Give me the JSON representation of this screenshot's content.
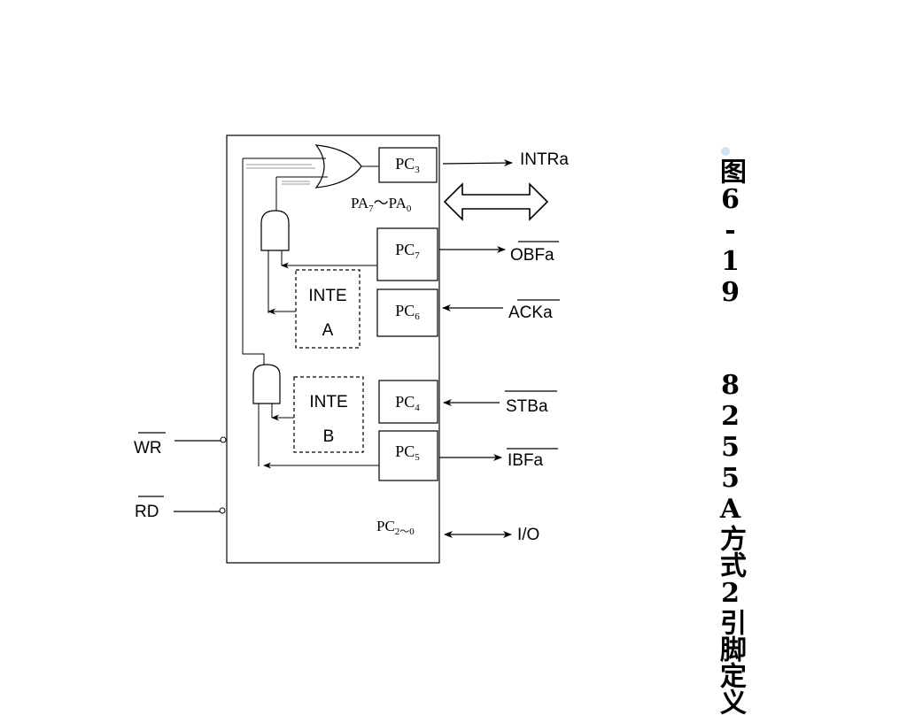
{
  "pins": {
    "pc3": {
      "main": "PC",
      "sub": "3"
    },
    "pc7": {
      "main": "PC",
      "sub": "7"
    },
    "pc6": {
      "main": "PC",
      "sub": "6"
    },
    "pc4": {
      "main": "PC",
      "sub": "4"
    },
    "pc5": {
      "main": "PC",
      "sub": "5"
    },
    "pc20": {
      "main": "PC",
      "sub": "2～0"
    },
    "pa": {
      "a": "PA",
      "a_sub": "7",
      "sep": "～",
      "b": "PA",
      "b_sub": "0"
    }
  },
  "inte_a": {
    "line1": "INTE",
    "line2": "A"
  },
  "inte_b": {
    "line1": "INTE",
    "line2": "B"
  },
  "signals": {
    "intra": "INTRa",
    "obfa": "OBFa",
    "acka": "ACKa",
    "stba": "STBa",
    "ibfa": "IBFa",
    "io": "I/O",
    "wr": "WR",
    "rd": "RD"
  },
  "caption": "图6-19  8255A方式2引脚定义"
}
